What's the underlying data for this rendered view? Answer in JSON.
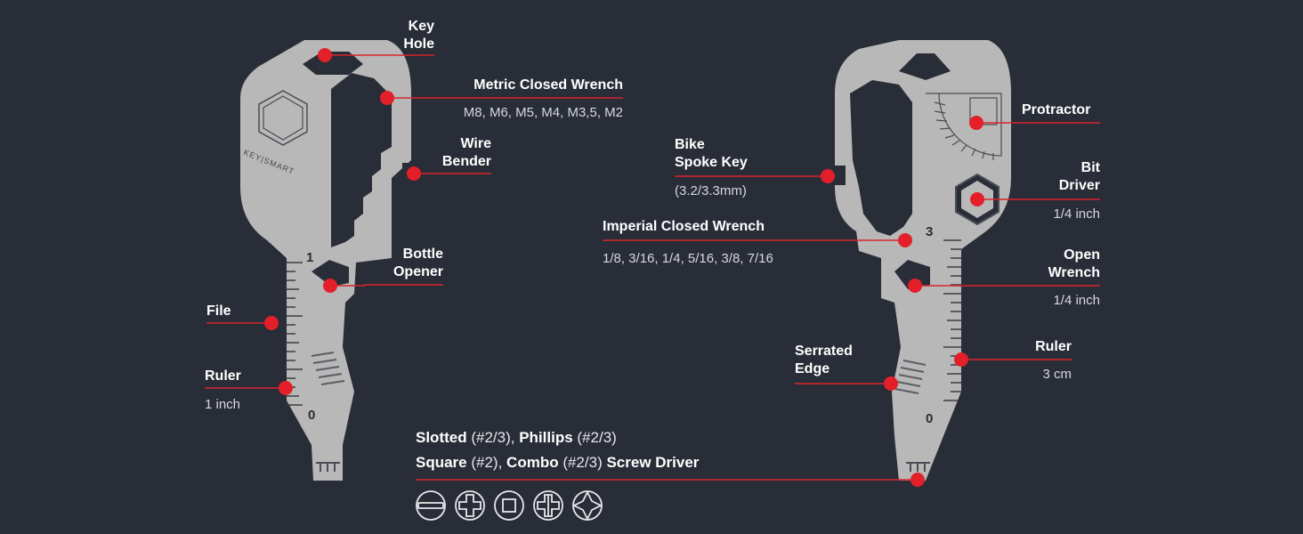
{
  "brand": "KEY|SMART",
  "left_key": {
    "labels": {
      "key_hole": [
        "Key",
        "Hole"
      ],
      "metric_wrench": "Metric Closed Wrench",
      "metric_sizes": "M8, M6, M5, M4, M3,5, M2",
      "wire_bender": [
        "Wire",
        "Bender"
      ],
      "bottle_opener": [
        "Bottle",
        "Opener"
      ],
      "file": "File",
      "ruler": "Ruler",
      "ruler_sub": "1 inch"
    },
    "ruler_marks": [
      "1",
      "0"
    ]
  },
  "right_key": {
    "labels": {
      "protractor": "Protractor",
      "bike_spoke": [
        "Bike",
        "Spoke Key"
      ],
      "bike_spoke_sub": "(3.2/3.3mm)",
      "bit_driver": [
        "Bit",
        "Driver"
      ],
      "bit_driver_sub": "1/4 inch",
      "imperial_wrench": "Imperial Closed Wrench",
      "imperial_sizes": "1/8, 3/16, 1/4, 5/16, 3/8, 7/16",
      "open_wrench": [
        "Open",
        "Wrench"
      ],
      "open_wrench_sub": "1/4 inch",
      "serrated": [
        "Serrated",
        "Edge"
      ],
      "ruler": "Ruler",
      "ruler_sub": "3 cm"
    },
    "ruler_marks": [
      "3",
      "0"
    ]
  },
  "screwdriver": {
    "line1": {
      "b1": "Slotted",
      "n1": " (#2/3), ",
      "b2": "Phillips",
      "n2": " (#2/3)"
    },
    "line2": {
      "b1": "Square",
      "n1": " (#2), ",
      "b2": "Combo",
      "n2": " (#2/3) ",
      "b3": "Screw Driver"
    },
    "icons": [
      "slotted-icon",
      "phillips-icon",
      "square-icon",
      "combo-icon",
      "phillips-alt-icon"
    ]
  },
  "colors": {
    "background": "#292d37",
    "key_metal": "#b6b6b6",
    "accent_red": "#e3202a"
  }
}
